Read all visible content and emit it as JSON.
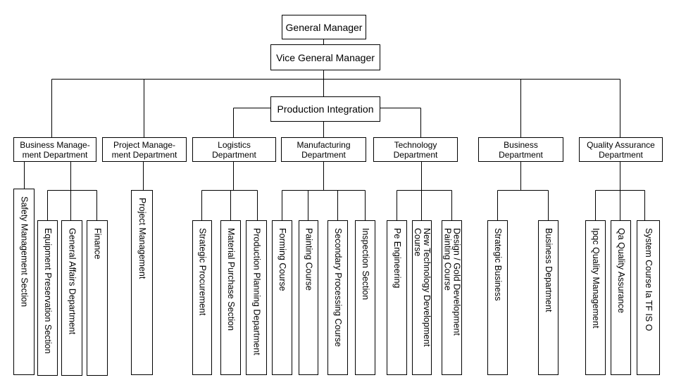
{
  "org": {
    "general_manager": "General Manager",
    "vice_general_manager": "Vice General Manager",
    "production_integration": "Production Integration",
    "departments": [
      {
        "label": "Business Manage-\nment Department",
        "units": [
          "Safety Management Section",
          "Equipment Preservation Section",
          "General Affairs Department",
          "Finance"
        ]
      },
      {
        "label": "Project Manage-\nment Department",
        "units": [
          "Project Management"
        ]
      },
      {
        "label": "Logistics\nDepartment",
        "units": [
          "Strategic Procurement",
          "Material Purchase Section",
          "Production Planning Department"
        ]
      },
      {
        "label": "Manufacturing\nDepartment",
        "units": [
          "Forming Course",
          "Painting Course",
          "Secondary Processing Course",
          "Inspection Section"
        ]
      },
      {
        "label": "Technology\nDepartment",
        "units": [
          "Pe Engineering",
          "New Technology Development Course",
          "Design / Gold Development Painting Course"
        ]
      },
      {
        "label": "Business\nDepartment",
        "units": [
          "Strategic Business",
          "Business Department"
        ]
      },
      {
        "label": "Quality Assurance\nDepartment",
        "units": [
          "Ipqc Quality Management",
          "Qa Quality Assurance",
          "System Course Ia TF IS O"
        ]
      }
    ]
  }
}
